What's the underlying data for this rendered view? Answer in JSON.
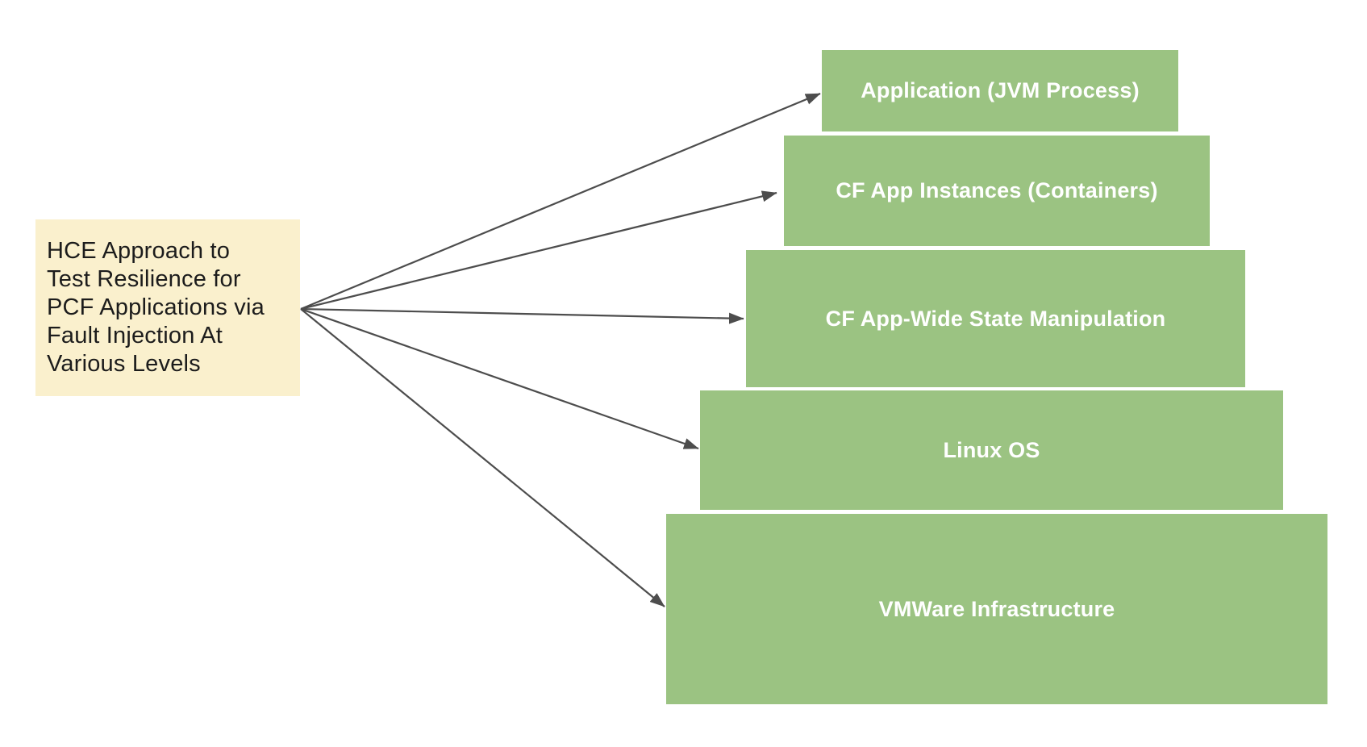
{
  "note": {
    "text": "HCE Approach to\nTest Resilience for\nPCF Applications via\nFault Injection At\nVarious Levels"
  },
  "levels": [
    {
      "label": "Application (JVM Process)"
    },
    {
      "label": "CF App Instances (Containers)"
    },
    {
      "label": "CF App-Wide State Manipulation"
    },
    {
      "label": "Linux OS"
    },
    {
      "label": "VMWare Infrastructure"
    }
  ],
  "colors": {
    "level_fill": "#9BC382",
    "level_text": "#FFFFFF",
    "note_fill": "#FAF0CD",
    "note_text": "#1C1C1C",
    "arrow": "#4D4D4D",
    "background": "#FFFFFF"
  }
}
